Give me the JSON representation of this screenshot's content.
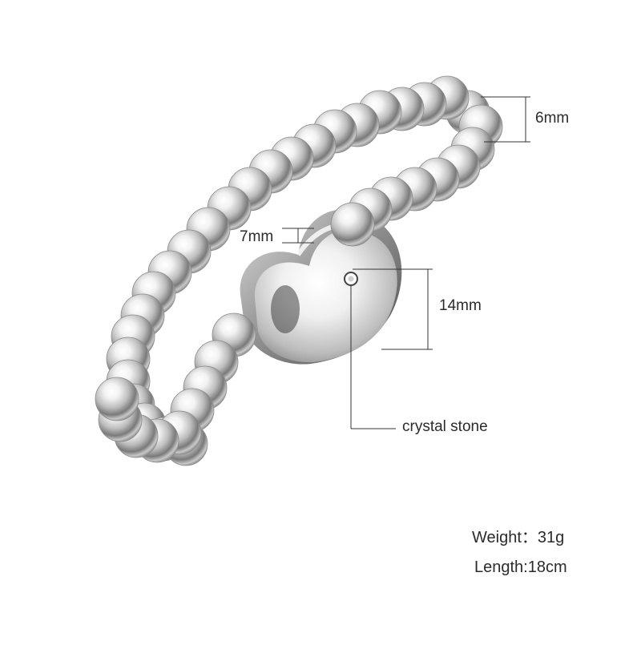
{
  "product": {
    "image_subject": "Beaded stainless steel bracelet with heart charm"
  },
  "dimensions": {
    "bead_diameter": "6mm",
    "heart_thickness": "7mm",
    "heart_height": "14mm",
    "stone_label": "crystal stone"
  },
  "specs": {
    "weight": "Weight：31g",
    "length": "Length:18cm"
  },
  "colors": {
    "metal_light": "#f4f4f4",
    "metal_mid": "#b9b9b9",
    "metal_dark": "#555555",
    "line": "#333333",
    "text": "#2b2b2b"
  }
}
